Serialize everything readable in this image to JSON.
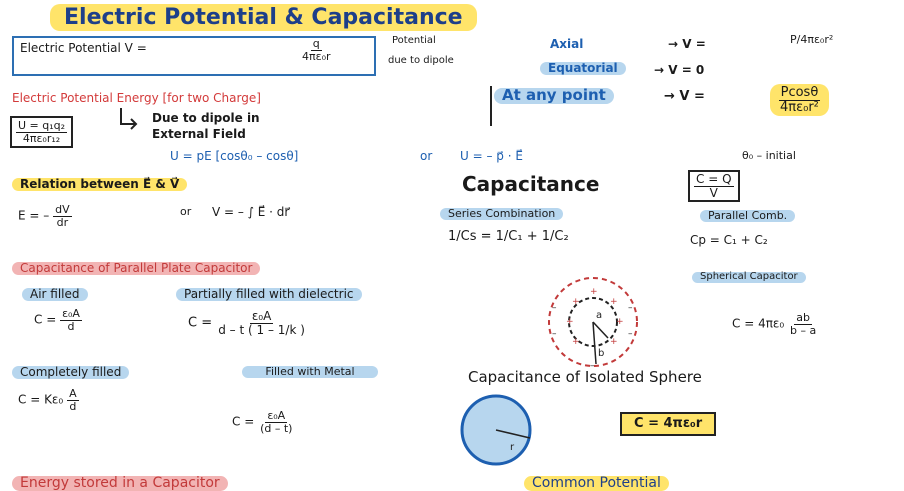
{
  "title": "Electric   Potential  &  Capacitance",
  "electric_potential": {
    "label": "Electric Potential  V =",
    "num": "q",
    "den": "4πε₀r"
  },
  "potential_due_to_dipole": {
    "line1": "Potential",
    "line2": "due to dipole",
    "axial_label": "Axial",
    "axial_eq": "→  V =",
    "axial_val": "P/4πε₀r²",
    "equatorial_label": "Equatorial",
    "equatorial_eq": "→ V = 0",
    "any_point_label": "At any point",
    "any_point_eq": "→  V =",
    "any_point_num": "Pcosθ",
    "any_point_den": "4πε₀r²"
  },
  "potential_energy": {
    "title": "Electric Potential Energy [for two Charge]",
    "u_num": "U = q₁q₂",
    "u_den": "4πε₀r₁₂",
    "dipole_line1": "Due to dipole in",
    "dipole_line2": "External Field",
    "eq1": "U = pE [cosθ₀ – cosθ]",
    "or": "or",
    "eq2": "U = – p⃗ · E⃗",
    "theta_note": "θ₀ – initial"
  },
  "relation": {
    "title": "Relation between E⃗ & V⃗",
    "eq1": "E = –",
    "eq1_num": "dV",
    "eq1_den": "dr",
    "or": "or",
    "eq2": "V = – ∫ E⃗ · dr⃗"
  },
  "capacitance": {
    "title": "Capacitance",
    "formula_num": "C = Q",
    "formula_den": "V",
    "series_title": "Series Combination",
    "series_eq": "1/Cs = 1/C₁ + 1/C₂",
    "parallel_title": "Parallel Comb.",
    "parallel_eq": "Cp = C₁ + C₂"
  },
  "parallel_plate": {
    "title": "Capacitance of Parallel Plate Capacitor",
    "air_title": "Air filled",
    "air_eq": "C =",
    "air_num": "ε₀A",
    "air_den": "d",
    "partial_title": "Partially filled with dielectric",
    "partial_eq": "C =",
    "partial_num": "ε₀A",
    "partial_den": "d – t ( 1 – 1/k )",
    "complete_title": "Completely filled",
    "complete_eq": "C = Kε₀",
    "complete_num": "A",
    "complete_den": "d",
    "metal_title": "Filled with Metal",
    "metal_eq": "C =",
    "metal_num": "ε₀A",
    "metal_den": "(d – t)"
  },
  "spherical": {
    "title": "Spherical Capacitor",
    "eq": "C = 4πε₀",
    "num": "ab",
    "den": "b – a",
    "label_a": "a",
    "label_b": "b"
  },
  "isolated_sphere": {
    "title": "Capacitance of Isolated Sphere",
    "eq": "C = 4πε₀r",
    "label_r": "r"
  },
  "bottom": {
    "energy_stored": "Energy stored in a Capacitor",
    "common_potential": "Common Potential"
  },
  "colors": {
    "yellow": "#ffe46a",
    "blue": "#b7d6ee",
    "pink": "#f2b4b4",
    "red_text": "#d33a3a",
    "blue_text": "#1d5fb0"
  }
}
